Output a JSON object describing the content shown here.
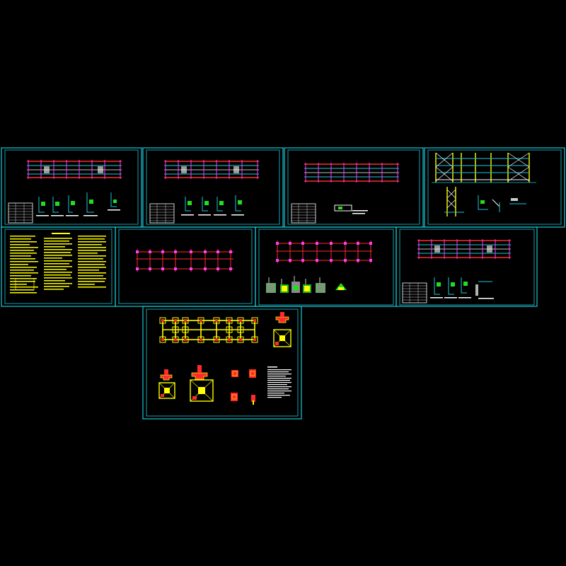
{
  "drawing_set": {
    "background_color": "#000000",
    "frame_color": "#19c7d8",
    "palette": {
      "red": "#ff2a2a",
      "magenta": "#ff3cff",
      "cyan": "#19c7d8",
      "white": "#ffffff",
      "yellow": "#ffff00",
      "green": "#22dd22",
      "blue": "#3a6cff"
    },
    "sheets": [
      {
        "id": "sheet-1",
        "content": "framing-elevation-with-details-and-table",
        "row": 1
      },
      {
        "id": "sheet-2",
        "content": "framing-elevation-with-details-and-table",
        "row": 1
      },
      {
        "id": "sheet-3",
        "content": "framing-elevation-with-detail-and-table",
        "row": 1
      },
      {
        "id": "sheet-4",
        "content": "bracing-elevation-with-details",
        "row": 1
      },
      {
        "id": "sheet-5",
        "content": "general-notes-text",
        "row": 2
      },
      {
        "id": "sheet-6",
        "content": "column-grid-plan",
        "row": 2
      },
      {
        "id": "sheet-7",
        "content": "column-grid-plan-with-details",
        "row": 2
      },
      {
        "id": "sheet-8",
        "content": "framing-elevation-with-details-and-table",
        "row": 2
      },
      {
        "id": "sheet-9",
        "content": "foundation-plan-with-footing-details",
        "row": 3
      }
    ]
  }
}
